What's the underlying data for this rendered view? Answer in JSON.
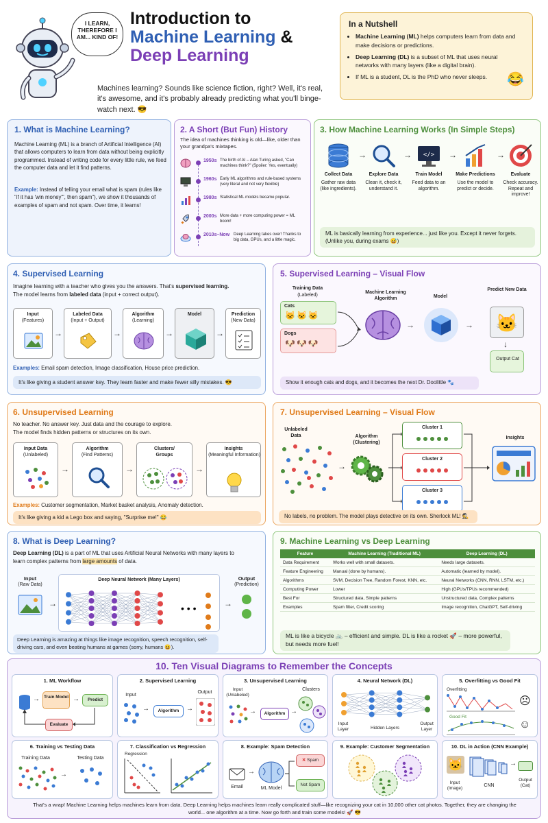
{
  "header": {
    "speech": "I LEARN, THEREFORE I AM... KIND OF!",
    "title_line1": "Introduction to",
    "title_ml": "Machine Learning",
    "title_amp": "&",
    "title_dl": "Deep Learning",
    "subtitle": "Machines learning? Sounds like science fiction, right? Well, it's real, it's awesome, and it's probably already predicting what you'll binge-watch next. 😎"
  },
  "nutshell": {
    "title": "In a Nutshell",
    "b1_bold": "Machine Learning (ML)",
    "b1_rest": " helps computers learn from data and make decisions or predictions.",
    "b2_bold": "Deep Learning (DL)",
    "b2_rest": " is a subset of ML that uses neural networks with many layers (like a digital brain).",
    "b3": "If ML is a student, DL is the PhD who never sleeps.",
    "emoji": "😂"
  },
  "s1": {
    "title": "1. What is Machine Learning?",
    "body": "Machine Learning (ML) is a branch of Artificial Intelligence (AI) that allows computers to learn from data without being explicitly programmed. Instead of writing code for every little rule, we feed the computer data and let it find patterns.",
    "ex_label": "Example:",
    "ex_body": " Instead of telling your email what is spam (rules like \"if it has 'win money'\", then spam\"), we show it thousands of examples of spam and not spam. Over time, it learns!"
  },
  "s2": {
    "title": "2. A Short (But Fun) History",
    "intro": "The idea of machines thinking is old—like, older than your grandpa's mixtapes.",
    "items": [
      {
        "year": "1950s",
        "text": "The birth of AI – Alan Turing asked, \"Can machines think?\" (Spoiler: Yes, eventually)",
        "icon": "brain-icon"
      },
      {
        "year": "1960s",
        "text": "Early ML algorithms and rule-based systems (very literal and not very flexible)",
        "icon": "computer-icon"
      },
      {
        "year": "1980s",
        "text": "Statistical ML models became popular.",
        "icon": "chart-icon"
      },
      {
        "year": "2000s",
        "text": "More data + more computing power = ML boom!",
        "icon": "rocket-icon"
      },
      {
        "year": "2010s–Now",
        "text": "Deep Learning takes over! Thanks to big data, GPUs, and a little magic.",
        "icon": "cloud-brain-icon"
      }
    ]
  },
  "s3": {
    "title": "3. How Machine Learning Works (In Simple Steps)",
    "steps": [
      {
        "name": "Collect Data",
        "desc": "Gather raw data (like ingredients)."
      },
      {
        "name": "Explore Data",
        "desc": "Clean it, check it, understand it."
      },
      {
        "name": "Train Model",
        "desc": "Feed data to an algorithm."
      },
      {
        "name": "Make Predictions",
        "desc": "Use the model to predict or decide."
      },
      {
        "name": "Evaluate",
        "desc": "Check accuracy. Repeat and improve!"
      }
    ],
    "note": "ML is basically learning from experience... just like you. Except it never forgets. (Unlike you, during exams 😅)"
  },
  "s4": {
    "title": "4. Supervised Learning",
    "intro1": "Imagine learning with a teacher who gives you the answers. That's ",
    "intro_bold": "supervised learning.",
    "intro2": "The model learns from ",
    "intro2_bold": "labeled data",
    "intro2_rest": " (input + correct output).",
    "boxes": [
      {
        "title": "Input",
        "sub": "(Features)"
      },
      {
        "title": "Labeled Data",
        "sub": "(Input + Output)"
      },
      {
        "title": "Algorithm",
        "sub": "(Learning)"
      },
      {
        "title": "Model",
        "sub": ""
      },
      {
        "title": "Prediction",
        "sub": "(New Data)"
      }
    ],
    "ex_label": "Examples:",
    "ex_body": " Email spam detection, Image classification, House price prediction.",
    "note": "It's like giving a student answer key. They learn faster and make fewer silly mistakes. 😎"
  },
  "s5": {
    "title": "5.  Supervised Learning – Visual Flow",
    "training": "Training Data",
    "labeled": "(Labeled)",
    "cats": "Cats",
    "dogs": "Dogs",
    "cat_emoji": "🐱",
    "dog_emoji": "🐶",
    "algo": "Machine Learning Algorithm",
    "model": "Model",
    "predict": "Predict New Data",
    "output": "Output Cat",
    "note": "Show it enough cats and dogs, and it becomes the next Dr. Doolittle 🐾"
  },
  "s6": {
    "title": "6. Unsupervised Learning",
    "intro1": "No teacher. No answer key. Just data and the courage to explore.",
    "intro2": "The model finds hidden patterns or structures on its own.",
    "boxes": [
      {
        "title": "Input Data",
        "sub": "(Unlabeled)"
      },
      {
        "title": "Algorithm",
        "sub": "(Find Patterns)"
      },
      {
        "title": "Clusters/",
        "sub": "Groups"
      },
      {
        "title": "Insights",
        "sub": "(Meaningful Information)"
      }
    ],
    "ex_label": "Examples:",
    "ex_body": " Customer segmentation, Market basket analysis, Anomaly detection.",
    "note": "It's like giving a kid a Lego box and saying, \"Surprise me!\" 😂"
  },
  "s7": {
    "title": "7.  Unsupervised Learning – Visual Flow",
    "unlabeled": "Unlabeled Data",
    "algo": "Algorithm (Clustering)",
    "clusters": [
      "Cluster 1",
      "Cluster 2",
      "Cluster 3"
    ],
    "insights": "Insights",
    "note": "No labels, no problem. The model plays detective on its own. Sherlock ML! 🕵️"
  },
  "s8": {
    "title": "8. What is Deep Learning?",
    "body_bold": "Deep Learning (DL)",
    "body_rest": " is a part of ML that uses Artificial Neural Networks with many layers to learn complex patterns from ",
    "body_hl": "large amounts",
    "body_end": " of data.",
    "input": "Input",
    "input_sub": "(Raw Data)",
    "net": "Deep Neural Network (Many Layers)",
    "output": "Output",
    "output_sub": "(Prediction)",
    "note": "Deep Learning is amazing at things like image recognition, speech recognition, self-driving cars, and even beating humans at games (sorry, humans 😆)."
  },
  "s9": {
    "title": "9. Machine Learning vs Deep Learning",
    "headers": [
      "Feature",
      "Machine Learning (Traditional ML)",
      "Deep Learning (DL)"
    ],
    "rows": [
      [
        "Data Requirement",
        "Works well with small datasets.",
        "Needs large datasets."
      ],
      [
        "Feature Engineering",
        "Manual (done by humans).",
        "Automatic (learned by model)."
      ],
      [
        "Algorithms",
        "SVM, Decision Tree, Random Forest, KNN, etc.",
        "Neural Networks (CNN, RNN, LSTM, etc.)"
      ],
      [
        "Computing Power",
        "Lower",
        "High (GPUs/TPUs recommended)"
      ],
      [
        "Best For",
        "Structured data, Simple patterns",
        "Unstructured data, Complex patterns"
      ],
      [
        "Examples",
        "Spam filter, Credit scoring",
        "Image recognition, ChatGPT, Self-driving"
      ]
    ],
    "note": "ML is like a bicycle 🚲 – efficient and simple. DL is like a rocket 🚀 – more powerful, but needs more fuel!"
  },
  "s10": {
    "title": "10. Ten Visual Diagrams to Remember the Concepts",
    "d1": {
      "title": "1. ML Workflow",
      "train": "Train Model",
      "predict": "Predict",
      "evaluate": "Evaluate"
    },
    "d2": {
      "title": "2. Supervised Learning",
      "input": "Input",
      "algo": "Algorithm",
      "output": "Output"
    },
    "d3": {
      "title": "3. Unsupervised Learning",
      "input": "Input (Unlabeled)",
      "algo": "Algorithm",
      "clusters": "Clusters"
    },
    "d4": {
      "title": "4. Neural Network (DL)",
      "input": "Input Layer",
      "hidden": "Hidden Layers",
      "output": "Output Layer"
    },
    "d5": {
      "title": "5. Overfitting vs Good Fit",
      "over": "Overfitting",
      "good": "Good Fit"
    },
    "d6": {
      "title": "6. Training vs Testing Data",
      "train": "Training Data",
      "test": "Testing Data"
    },
    "d7": {
      "title": "7. Classification vs Regression",
      "reg": "Regression"
    },
    "d8": {
      "title": "8. Example: Spam Detection",
      "email": "Email",
      "model": "ML Model",
      "spam": "Spam",
      "notspam": "Not Spam"
    },
    "d9": {
      "title": "9. Example: Customer Segmentation"
    },
    "d10": {
      "title": "10. DL in Action (CNN Example)",
      "input": "Input (Image)",
      "cnn": "CNN",
      "output": "Output (Cat)"
    },
    "footer": "That's a wrap! Machine Learning helps machines learn from data. Deep Learning helps machines learn really complicated stuff—like recognizing your cat in 10,000 other cat photos. Together, they are changing the world... one algorithm at a time. Now go forth and train some models! 🚀 😎"
  },
  "colors": {
    "blue": "#2f5fb3",
    "purple": "#7b3fb5",
    "green": "#4d8f3c",
    "orange": "#e07b1a",
    "teal": "#1aa0a0"
  }
}
